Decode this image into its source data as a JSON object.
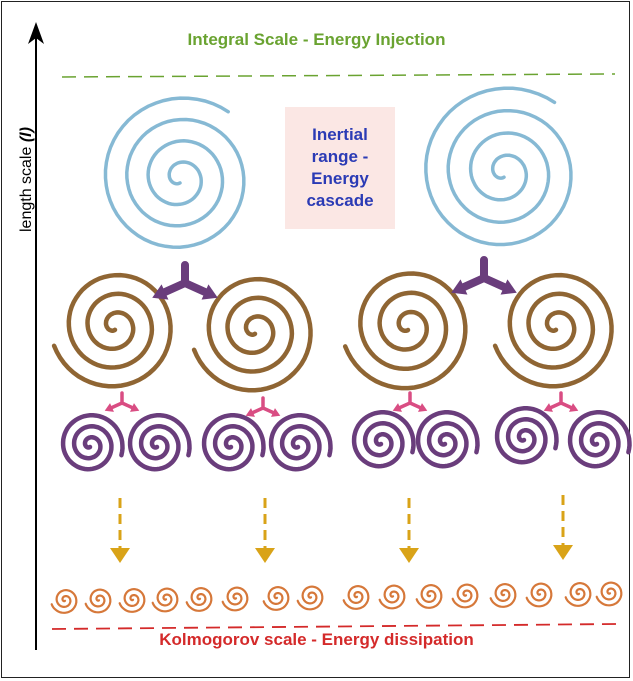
{
  "title_top": "Integral Scale - Energy Injection",
  "title_bottom": "Kolmogorov scale - Energy dissipation",
  "axis": {
    "label_text": "length scale ",
    "label_symbol": "(l)"
  },
  "inertial_label": [
    "Inertial",
    "range -",
    "Energy",
    "cascade"
  ],
  "colors": {
    "injection": "#6aa331",
    "dissipation": "#d42a2a",
    "inertial_text": "#2b3bb5",
    "inertial_bg": "#fbe7e4",
    "large_eddy": "#86b9d4",
    "medium_eddy": "#8f6533",
    "small_eddy": "#6a3d7c",
    "tiny_eddy": "#d6783a",
    "split_arrow_large": "#6a3d7c",
    "split_arrow_small": "#d94d83",
    "dashed_arrow": "#d9a318"
  },
  "icons": [
    "large-eddy-icon",
    "medium-eddy-icon",
    "small-eddy-icon",
    "tiny-eddy-icon",
    "split-arrow-icon",
    "down-arrow-icon"
  ]
}
